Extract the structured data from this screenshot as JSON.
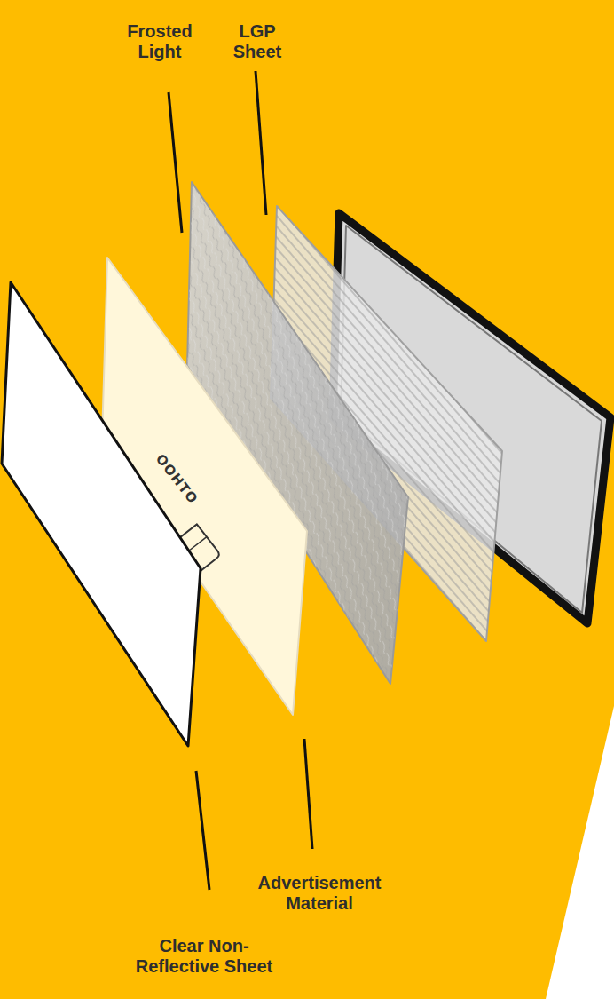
{
  "diagram": {
    "labels": [
      "Frosted Light",
      "LGP Sheet",
      "Advertisement Material",
      "Clear Non-Reflective Sheet",
      "OOHTO"
    ]
  }
}
